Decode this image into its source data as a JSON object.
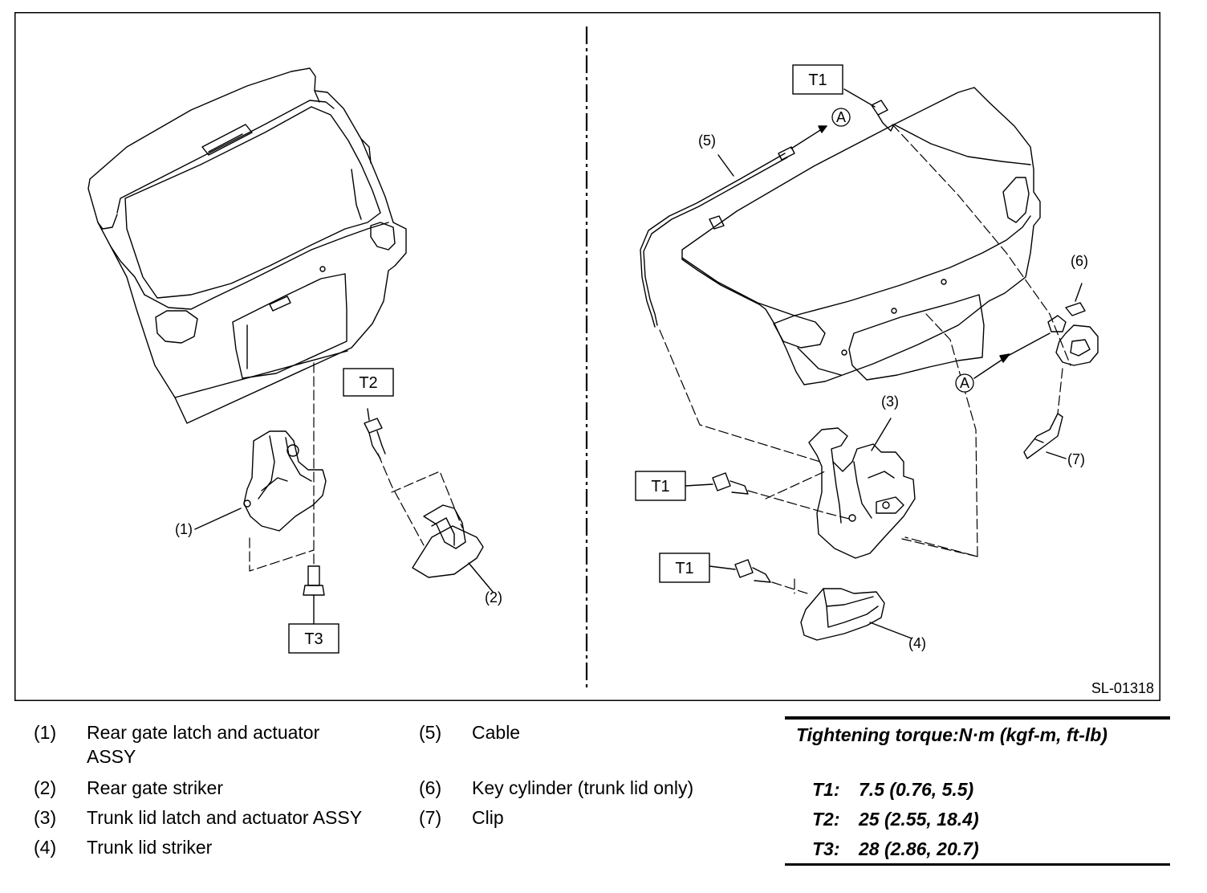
{
  "figure": {
    "id": "SL-01318",
    "callouts": {
      "c1": "(1)",
      "c2": "(2)",
      "c3": "(3)",
      "c4": "(4)",
      "c5": "(5)",
      "c6": "(6)",
      "c7": "(7)",
      "a": "A"
    },
    "torque_boxes": {
      "t1": "T1",
      "t2": "T2",
      "t3": "T3"
    }
  },
  "legend": {
    "items": [
      {
        "num": "(1)",
        "text": "Rear gate latch and actuator",
        "text2": "ASSY"
      },
      {
        "num": "(2)",
        "text": "Rear gate striker"
      },
      {
        "num": "(3)",
        "text": "Trunk lid latch and actuator ASSY"
      },
      {
        "num": "(4)",
        "text": "Trunk lid striker"
      },
      {
        "num": "(5)",
        "text": "Cable"
      },
      {
        "num": "(6)",
        "text": "Key cylinder (trunk lid only)"
      },
      {
        "num": "(7)",
        "text": "Clip"
      }
    ]
  },
  "torque": {
    "title": "Tightening torque:N·m (kgf-m, ft-lb)",
    "rows": [
      {
        "key": "T1:",
        "value": "7.5 (0.76, 5.5)"
      },
      {
        "key": "T2:",
        "value": "25 (2.55, 18.4)"
      },
      {
        "key": "T3:",
        "value": "28 (2.86, 20.7)"
      }
    ]
  }
}
